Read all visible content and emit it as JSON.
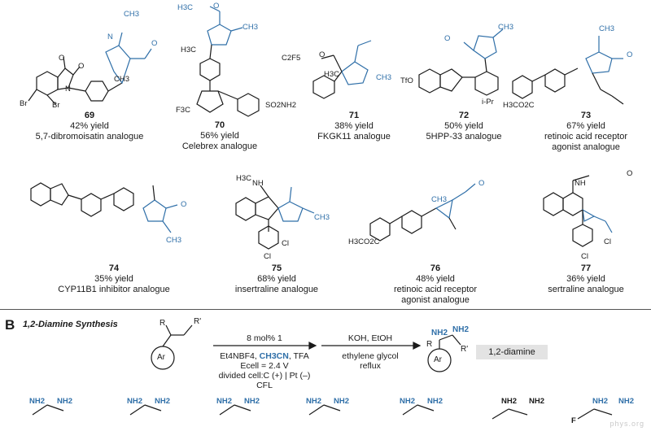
{
  "compounds": [
    {
      "id": "69",
      "yield": "42% yield",
      "name1": "5,7-dibromoisatin analogue",
      "name2": ""
    },
    {
      "id": "70",
      "yield": "56% yield",
      "name1": "Celebrex analogue",
      "name2": ""
    },
    {
      "id": "71",
      "yield": "38% yield",
      "name1": "FKGK11 analogue",
      "name2": ""
    },
    {
      "id": "72",
      "yield": "50% yield",
      "name1": "5HPP-33 analogue",
      "name2": ""
    },
    {
      "id": "73",
      "yield": "67% yield",
      "name1": "retinoic acid receptor",
      "name2": "agonist analogue"
    },
    {
      "id": "74",
      "yield": "35% yield",
      "name1": "CYP11B1 inhibitor analogue",
      "name2": ""
    },
    {
      "id": "75",
      "yield": "68% yield",
      "name1": "insertraline analogue",
      "name2": ""
    },
    {
      "id": "76",
      "yield": "48% yield",
      "name1": "retinoic acid receptor",
      "name2": "agonist analogue"
    },
    {
      "id": "77",
      "yield": "36% yield",
      "name1": "sertraline analogue",
      "name2": ""
    }
  ],
  "section_b": {
    "letter": "B",
    "title": "1,2-Diamine Synthesis",
    "step1": {
      "catalyst": "8 mol% 1",
      "reagents_a": "Et4NBF4, ",
      "reagents_blue": "CH3CN",
      "reagents_b": ", TFA",
      "voltage": "Ecell = 2.4 V",
      "cell": "divided cell:C (+) | Pt (–)",
      "light": "CFL"
    },
    "step2": {
      "reagents": "KOH, EtOH",
      "solvent": "ethylene glycol",
      "condition": "reflux"
    },
    "product_tag": "1,2-diamine",
    "labels": {
      "R": "R",
      "Rp": "R'",
      "Ar": "Ar",
      "NH2": "NH2"
    }
  },
  "struct_labels": {
    "ch3": "CH3",
    "h3c": "H3C",
    "so2nh2": "SO2NH2",
    "f3c": "F3C",
    "c2f5": "C2F5",
    "tfo": "TfO",
    "ipr": "i-Pr",
    "br": "Br",
    "cl": "Cl",
    "h3co2c": "H3CO2C",
    "nh": "NH",
    "n": "N",
    "o": "O",
    "f": "F"
  },
  "colors": {
    "accent": "#2f6fa8",
    "ink": "#1a1a1a",
    "tag_bg": "#e3e3e3"
  },
  "watermark": "phys.org"
}
